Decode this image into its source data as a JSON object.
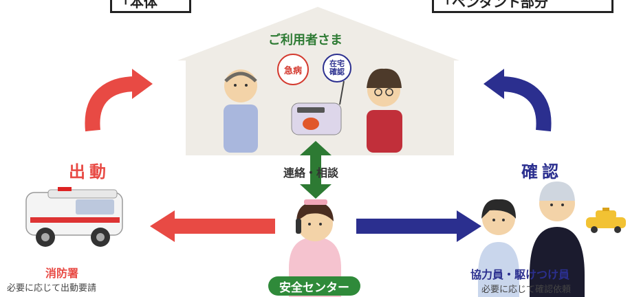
{
  "top_left_box": "「本体",
  "top_right_box": "「ペンダント部分",
  "house": {
    "title": "ご利用者さま"
  },
  "badges": {
    "emergency": "急病",
    "home_check": "在宅確認"
  },
  "center": {
    "link_label": "連絡・相談",
    "center_label": "安全センター"
  },
  "left": {
    "action": "出動",
    "org": "消防署",
    "note": "必要に応じて出動要請"
  },
  "right": {
    "action": "確認",
    "org": "協力員・駆けつけ員",
    "note": "必要に応じて確認依頼"
  },
  "colors": {
    "red": "#e84a44",
    "blue": "#2b2f8f",
    "green": "#2d7a33",
    "house": "#efece6"
  }
}
